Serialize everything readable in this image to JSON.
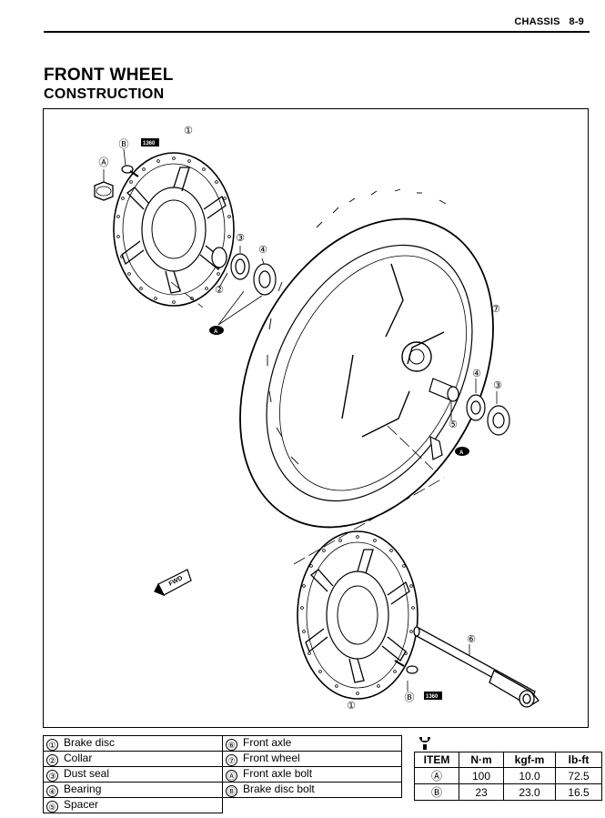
{
  "header": {
    "section": "CHASSIS",
    "page": "8-9"
  },
  "title": "FRONT WHEEL",
  "subtitle": "CONSTRUCTION",
  "figure": {
    "callouts": [
      "①",
      "②",
      "③",
      "④",
      "⑤",
      "⑥",
      "⑦",
      "Ⓐ",
      "Ⓑ"
    ],
    "thread_lock_label": "1360",
    "grease_label": "A",
    "fwd_label": "FWD"
  },
  "legend": [
    {
      "left_num": "①",
      "left_text": "Brake disc",
      "right_num": "⑥",
      "right_text": "Front axle"
    },
    {
      "left_num": "②",
      "left_text": "Collar",
      "right_num": "⑦",
      "right_text": "Front wheel"
    },
    {
      "left_num": "③",
      "left_text": "Dust seal",
      "right_num": "Ⓐ",
      "right_text": "Front axle bolt"
    },
    {
      "left_num": "④",
      "left_text": "Bearing",
      "right_num": "Ⓑ",
      "right_text": "Brake disc bolt"
    },
    {
      "left_num": "⑤",
      "left_text": "Spacer",
      "right_num": "",
      "right_text": ""
    }
  ],
  "torque": {
    "icon": "torque-wrench-icon",
    "headers": [
      "ITEM",
      "N·m",
      "kgf-m",
      "lb-ft"
    ],
    "rows": [
      [
        "Ⓐ",
        "100",
        "10.0",
        "72.5"
      ],
      [
        "Ⓑ",
        "23",
        "23.0",
        "16.5"
      ]
    ]
  }
}
